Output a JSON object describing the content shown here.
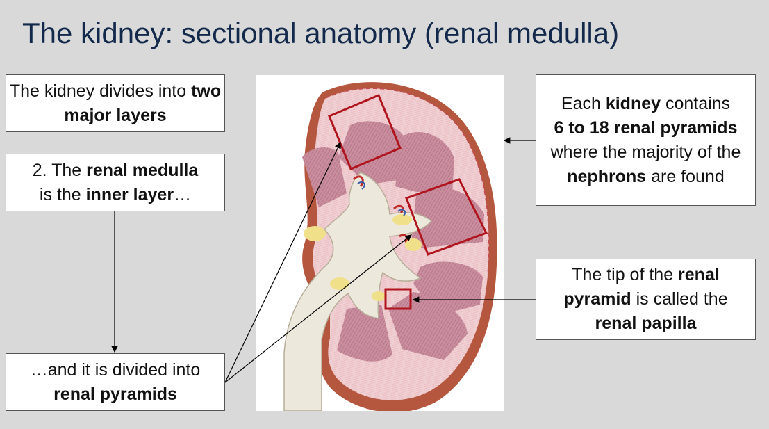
{
  "slide": {
    "title": "The kidney: sectional anatomy (renal medulla)"
  },
  "callouts": {
    "layers": {
      "pre": "The kidney divides into ",
      "bold": "two major layers"
    },
    "medulla": {
      "p1": "2. The ",
      "b1": "renal medulla",
      "p2": " is the ",
      "b2": "inner layer",
      "p3": "…"
    },
    "pyramids_divided": {
      "pre": "…and it is divided into ",
      "bold": "renal pyramids"
    },
    "kidney_contains": {
      "p1": "Each ",
      "b1": "kidney",
      "p2": " contains ",
      "b2": "6 to 18 renal pyramids",
      "p3": " where the majority of the ",
      "b3": "nephrons",
      "p4": " are found"
    },
    "papilla": {
      "p1": "The tip of the ",
      "b1": "renal pyramid",
      "p2": " is called the ",
      "b2": "renal papilla"
    }
  },
  "colors": {
    "title": "#13294b",
    "highlight": "#b0141c",
    "cortex": "#f0cfd2",
    "pyramid": "#c98d9e",
    "capsule": "#b5563e",
    "pelvis": "#ece8dc",
    "fat": "#f1e08a"
  }
}
